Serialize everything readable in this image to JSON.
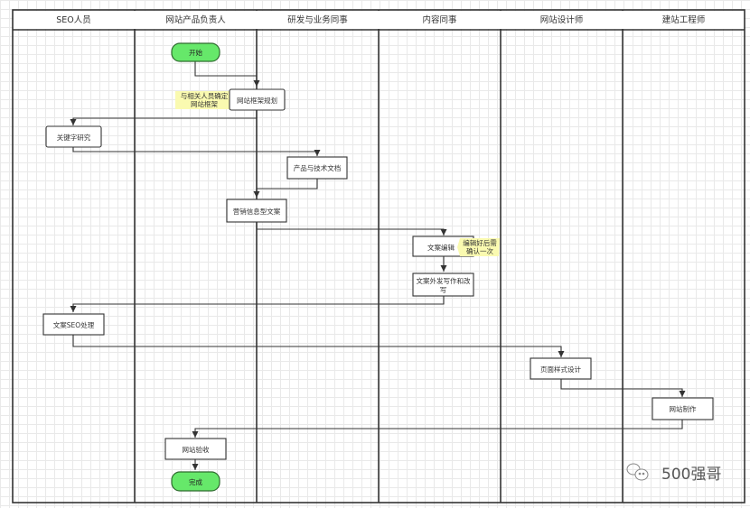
{
  "diagram": {
    "type": "swimlane-flowchart",
    "lanes": [
      {
        "title": "SEO人员"
      },
      {
        "title": "网站产品负责人"
      },
      {
        "title": "研发与业务同事"
      },
      {
        "title": "内容同事"
      },
      {
        "title": "网站设计师"
      },
      {
        "title": "建站工程师"
      }
    ],
    "nodes": {
      "start": {
        "label": "开始",
        "kind": "terminal",
        "lane": 1
      },
      "framework": {
        "label": "网站框架规划",
        "kind": "process",
        "lane": 2
      },
      "keyword": {
        "label": "关键字研究",
        "kind": "process",
        "lane": 0
      },
      "productdoc": {
        "label": "产品与技术文档",
        "kind": "process",
        "lane": 2
      },
      "marketing": {
        "label": "营销信息型文案",
        "kind": "process",
        "lane": 2
      },
      "copyedit": {
        "label": "文案编辑",
        "kind": "process",
        "lane": 3
      },
      "outsource": {
        "label_line1": "文案外发写作和改",
        "label_line2": "写",
        "kind": "process",
        "lane": 3
      },
      "seoprocess": {
        "label": "文案SEO处理",
        "kind": "process",
        "lane": 0
      },
      "pagedesign": {
        "label": "页面样式设计",
        "kind": "process",
        "lane": 4
      },
      "build": {
        "label": "网站制作",
        "kind": "process",
        "lane": 5
      },
      "acceptance": {
        "label": "网站验收",
        "kind": "process",
        "lane": 1
      },
      "end": {
        "label": "完成",
        "kind": "terminal",
        "lane": 1
      }
    },
    "notes": [
      {
        "line1": "与相关人员确定",
        "line2": "网站框架",
        "attached_to": "framework"
      },
      {
        "line1": "编辑好后需",
        "line2": "确认一次",
        "attached_to": "copyedit"
      }
    ],
    "edges": [
      {
        "from": "start",
        "to": "framework"
      },
      {
        "from": "framework",
        "to": "keyword"
      },
      {
        "from": "keyword",
        "to": "productdoc"
      },
      {
        "from": "productdoc",
        "to": "marketing"
      },
      {
        "from": "marketing",
        "to": "copyedit"
      },
      {
        "from": "copyedit",
        "to": "outsource"
      },
      {
        "from": "outsource",
        "to": "seoprocess"
      },
      {
        "from": "seoprocess",
        "to": "pagedesign"
      },
      {
        "from": "pagedesign",
        "to": "build"
      },
      {
        "from": "build",
        "to": "acceptance"
      },
      {
        "from": "acceptance",
        "to": "end"
      }
    ]
  },
  "colors": {
    "terminal_fill": "#66e86a",
    "terminal_stroke": "#2f6b2f",
    "note_fill": "#fafab0",
    "line": "#333333"
  },
  "watermark": {
    "icon": "wechat-icon",
    "text": "500强哥"
  }
}
